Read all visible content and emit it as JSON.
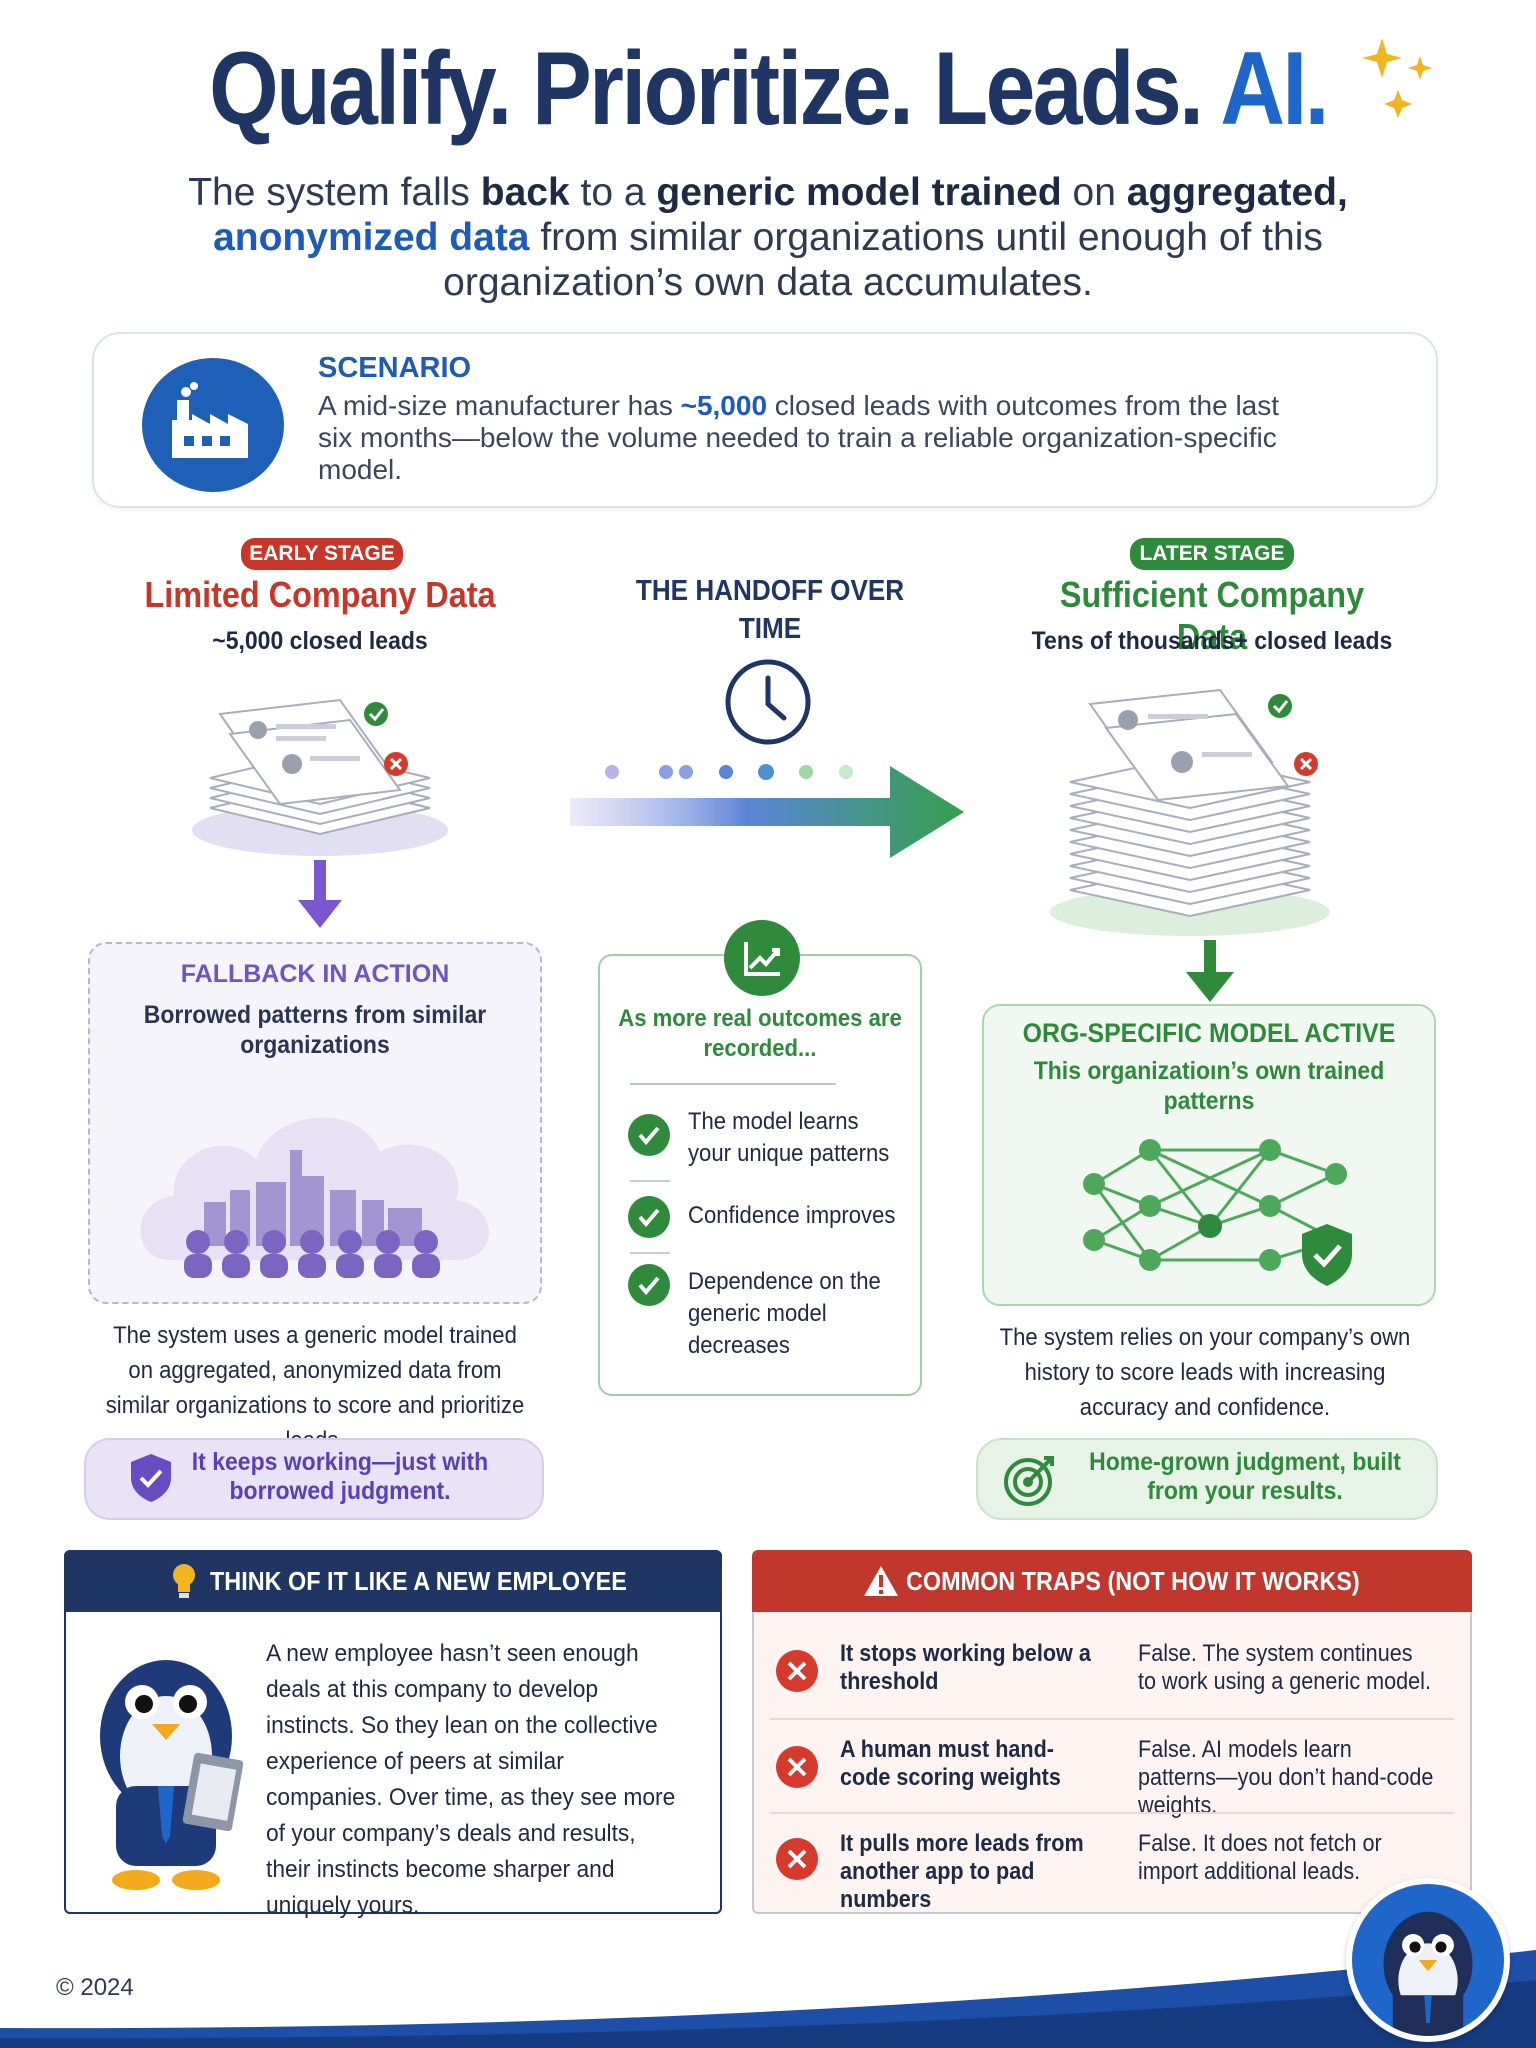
{
  "header": {
    "title_main": "Qualify. Prioritize. Leads.",
    "title_accent": "AI.",
    "subtitle": {
      "p1": "The system falls ",
      "b1": "back",
      "p2": " to a ",
      "b2": "generic model trained",
      "p3": " on ",
      "b3": "aggregated,",
      "blue1": "anonymized data",
      "p4": " from similar organizations until enough of this organization’s own data accumulates."
    }
  },
  "scenario": {
    "title": "SCENARIO",
    "body_before": "A mid-size manufacturer has ",
    "body_highlight": "~5,000",
    "body_after": " closed leads with outcomes from the last six months—below the volume needed to train a reliable organization-specific model.",
    "icon": "factory-icon"
  },
  "early": {
    "pill": "EARLY STAGE",
    "title": "Limited Company Data",
    "subtitle": "~5,000 closed leads",
    "fallback_title": "FALLBACK IN ACTION",
    "fallback_subtitle": "Borrowed patterns from similar organizations",
    "description": "The system uses a generic model trained on aggregated, anonymized data from similar organizations to score and prioritize leads.",
    "callout": "It keeps working—just with borrowed judgment."
  },
  "handoff": {
    "title": "THE HANDOFF OVER TIME",
    "panel_title": "As more real outcomes are recorded...",
    "items": [
      "The model learns your unique patterns",
      "Confidence improves",
      "Dependence on the generic model decreases"
    ]
  },
  "later": {
    "pill": "LATER STAGE",
    "title": "Sufficient Company Data",
    "subtitle": "Tens of thousands+ closed leads",
    "org_title": "ORG-SPECIFIC MODEL ACTIVE",
    "org_subtitle": "This organizatioın’s own trained patterns",
    "description": "The system relies on your company’s own history to score leads with increasing accuracy and confidence.",
    "callout": "Home-grown judgment, built from your results."
  },
  "employee": {
    "title": "THINK OF IT LIKE A NEW EMPLOYEE",
    "body": "A new employee hasn’t seen enough deals at this company to develop instincts. So they lean on the collective experience of peers at similar companies. Over time, as they see more of your company’s deals and results, their instincts become sharper and uniquely yours."
  },
  "traps": {
    "title": "COMMON TRAPS (NOT HOW IT WORKS)",
    "rows": [
      {
        "claim": "It stops working below a threshold",
        "fact": "False. The system continues to work using a generic model."
      },
      {
        "claim": "A human must hand-code scoring weights",
        "fact": "False. AI models learn patterns—you don’t hand-code weights."
      },
      {
        "claim": "It pulls more leads from another app to pad numbers",
        "fact": "False. It does not fetch or import additional leads."
      }
    ]
  },
  "footer": {
    "copyright": "© 2024"
  },
  "colors": {
    "navy": "#1f3563",
    "blue": "#1e5bb8",
    "red": "#c8362a",
    "green": "#2f8a3b",
    "purple": "#7053c4"
  }
}
